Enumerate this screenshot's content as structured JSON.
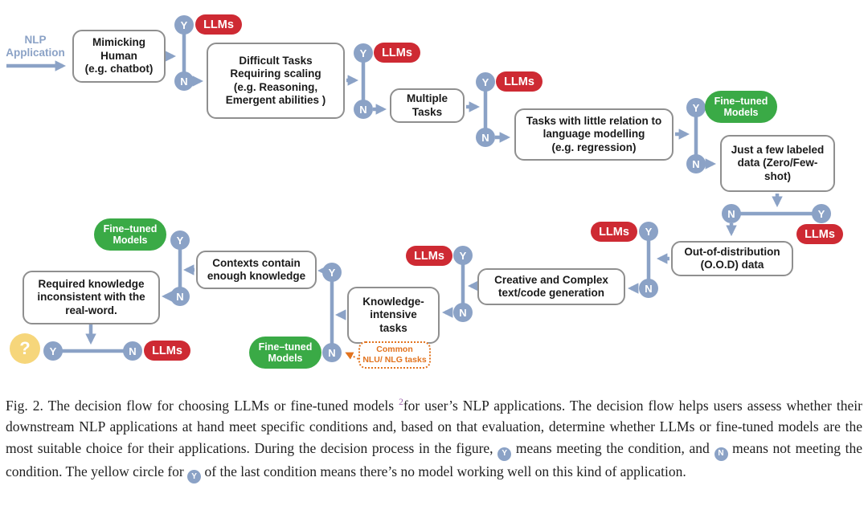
{
  "colors": {
    "node_blue": "#8ba2c6",
    "llms_red": "#ce2a33",
    "finetuned_green": "#3aaa46",
    "unknown_yellow": "#f6d67b",
    "common_orange": "#e2731e",
    "footnote_purple": "#9a5fa8"
  },
  "flow": {
    "start_label": "NLP\nApplication",
    "y_label": "Y",
    "n_label": "N",
    "llms_label": "LLMs",
    "finetuned_label": "Fine–tuned\nModels",
    "unknown_label": "?",
    "common_tasks_label": "Common\nNLU/ NLG tasks",
    "boxes": {
      "mimicking": "Mimicking\nHuman\n(e.g. chatbot)",
      "difficult": "Difficult Tasks\nRequiring scaling\n(e.g. Reasoning,\nEmergent abilities )",
      "multiple": "Multiple\nTasks",
      "little_relation": "Tasks with little relation to\nlanguage modelling\n(e.g. regression)",
      "few_labeled": "Just a few labeled\ndata (Zero/Few-\nshot)",
      "ood": "Out-of-distribution\n(O.O.D) data",
      "creative": "Creative and Complex\ntext/code generation",
      "knowledge": "Knowledge-\nintensive\ntasks",
      "contexts": "Contexts contain\nenough knowledge",
      "required": "Required knowledge\ninconsistent with the\nreal-word."
    }
  },
  "caption": {
    "fig_label": "Fig. 2. ",
    "seg1": " The decision flow for choosing LLMs or fine-tuned models ",
    "footnote": "2",
    "seg2": "for user’s NLP applications. The decision flow helps users assess whether their downstream NLP applications at hand meet specific conditions and, based on that evaluation, determine whether LLMs or fine-tuned models are the most suitable choice for their applications. During the decision process in the figure, ",
    "seg3": " means meeting the condition, and ",
    "seg4": " means not meeting the condition. The yellow circle for ",
    "seg5": " of the last condition means there’s no model working well on this kind of application."
  }
}
